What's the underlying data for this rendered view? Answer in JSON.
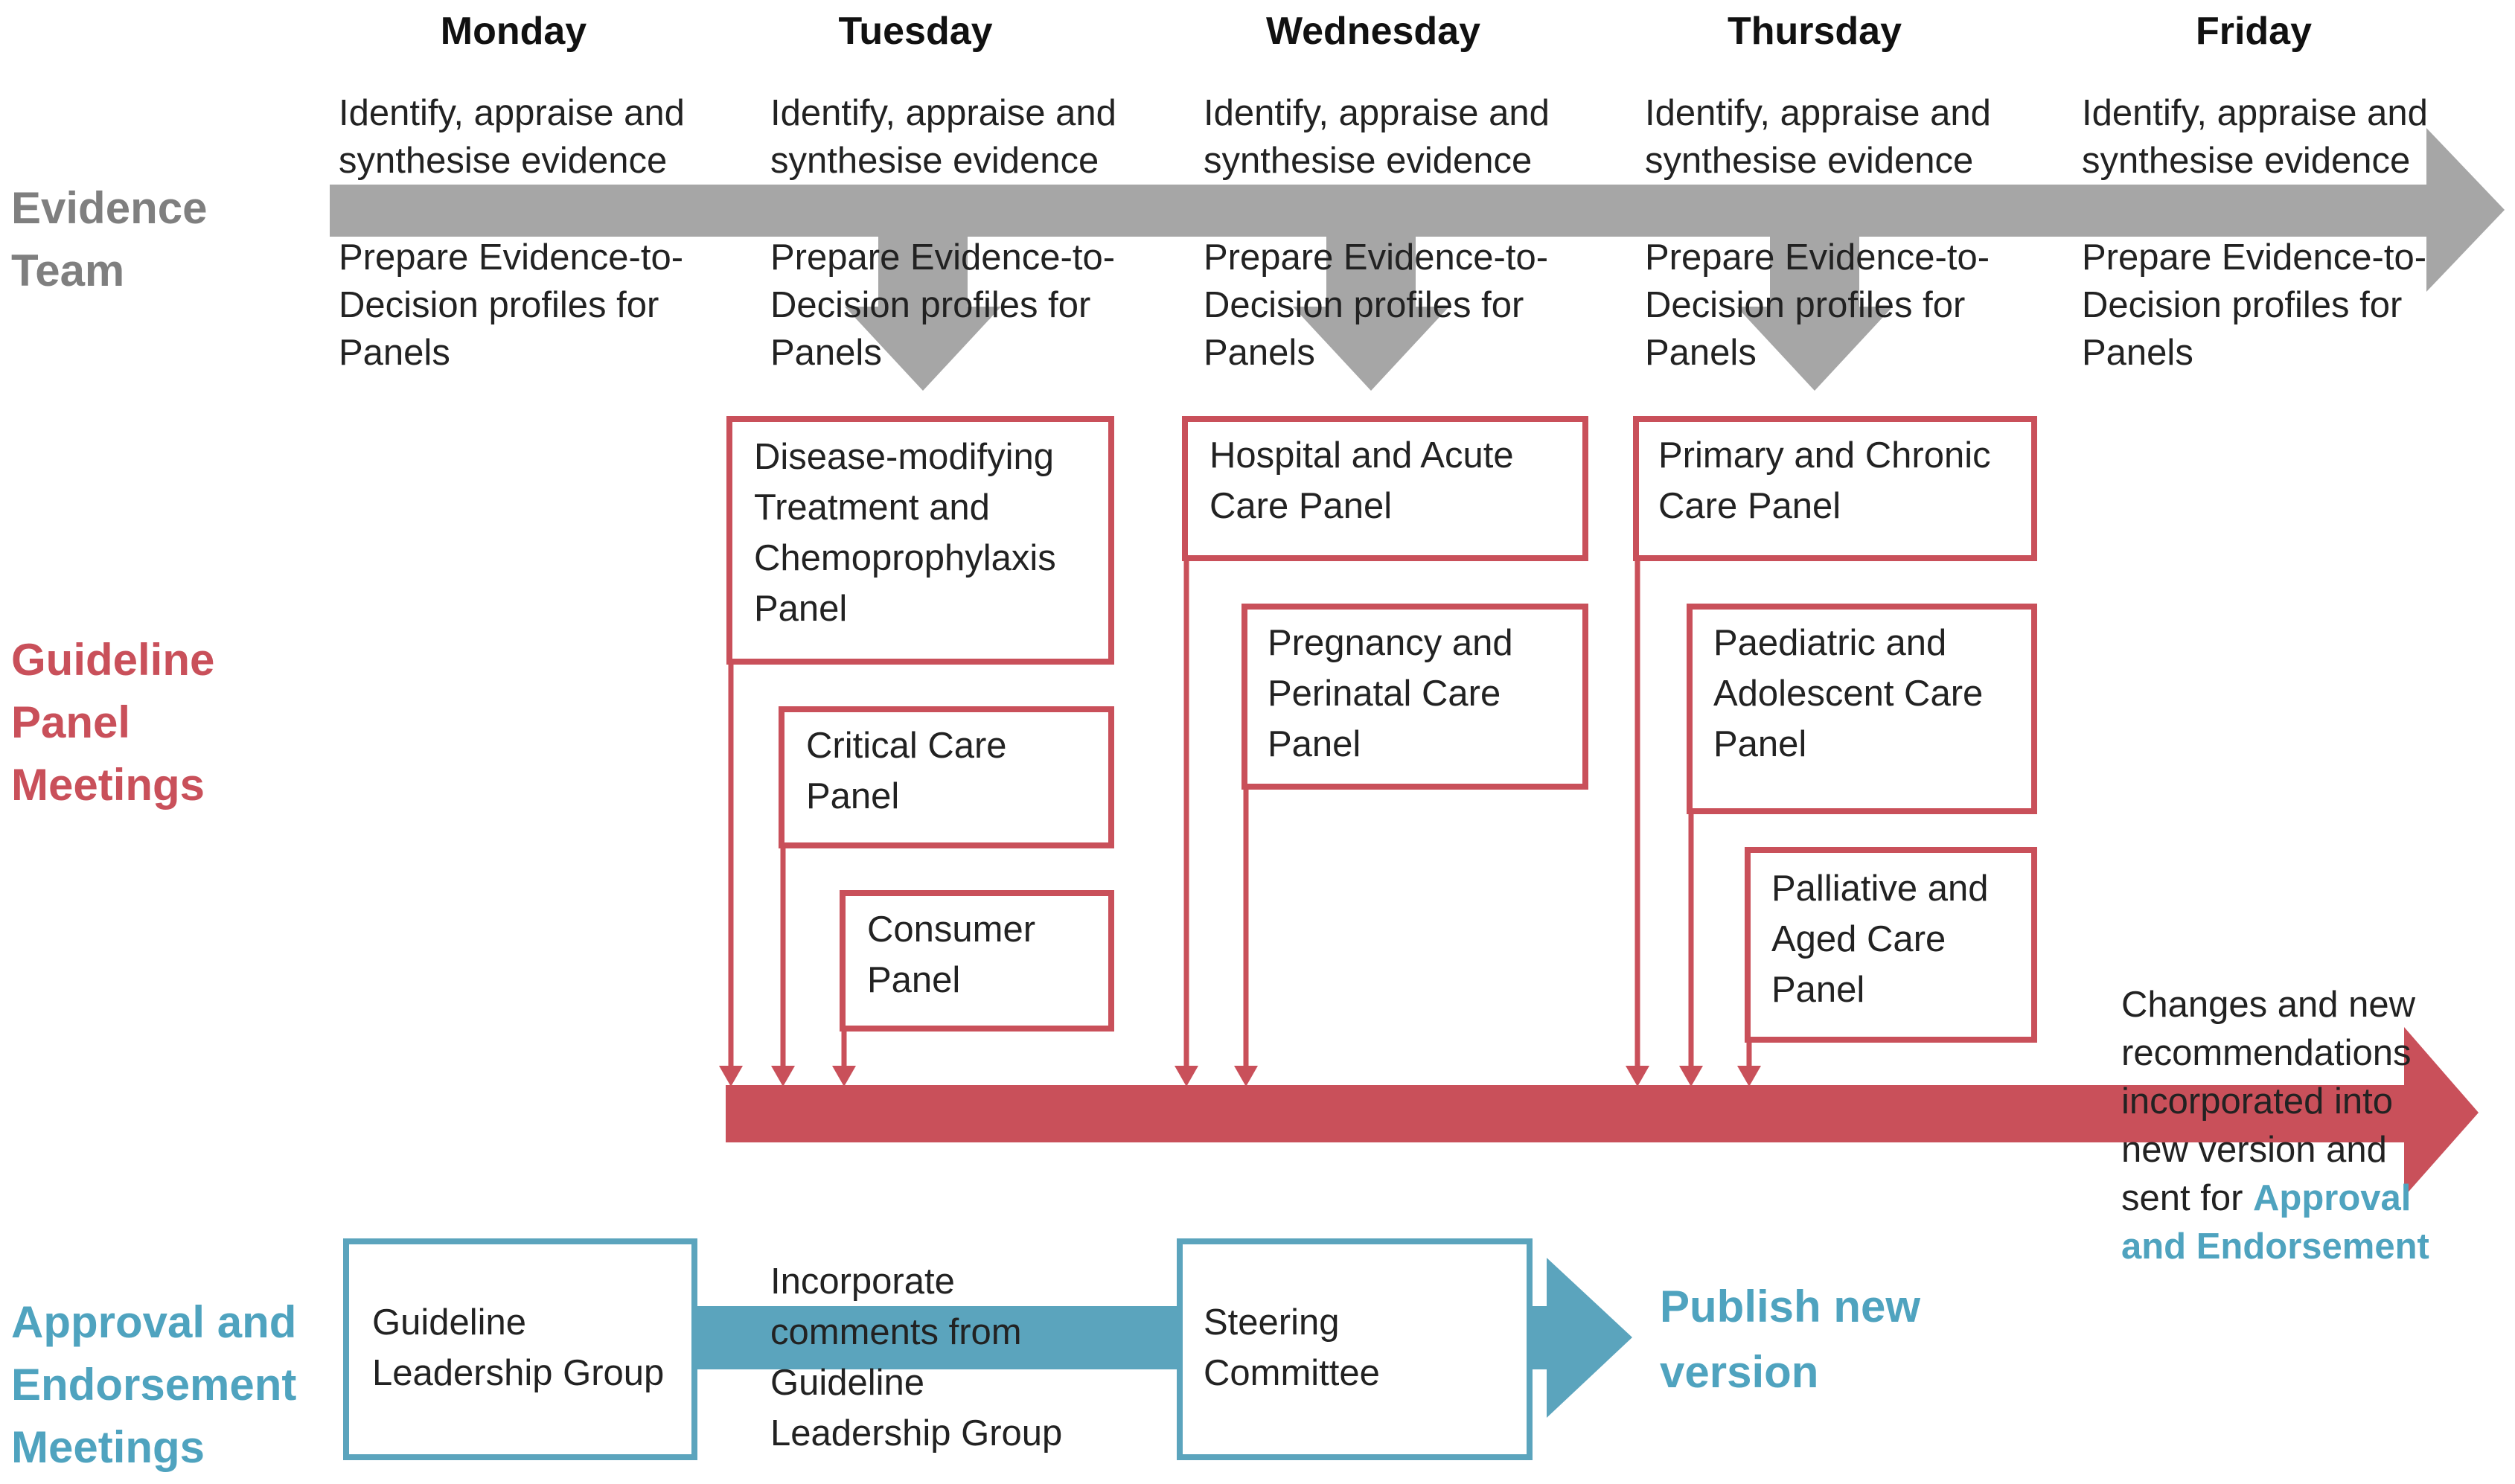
{
  "days": [
    "Monday",
    "Tuesday",
    "Wednesday",
    "Thursday",
    "Friday"
  ],
  "rows": {
    "evidence": "Evidence\nTeam",
    "panels": "Guideline\nPanel\nMeetings",
    "approval": "Approval and\nEndorsement\nMeetings"
  },
  "evidence_tasks": {
    "identify": "Identify, appraise and\nsynthesise evidence",
    "prepare": "Prepare Evidence-to-\nDecision profiles for\nPanels"
  },
  "panels": [
    "Disease-modifying\nTreatment and\nChemoprophylaxis\nPanel",
    "Critical Care\nPanel",
    "Consumer\nPanel",
    "Hospital and Acute\nCare Panel",
    "Pregnancy and\nPerinatal Care\nPanel",
    "Primary and Chronic\nCare Panel",
    "Paediatric and\nAdolescent Care\nPanel",
    "Palliative and\nAged Care\nPanel"
  ],
  "changes_note": {
    "text": "Changes and new\nrecommendations\nincorporated into\nnew version and\nsent for ",
    "highlight": "Approval\nand Endorsement"
  },
  "approval": {
    "glg_box": "Guideline\nLeadership Group",
    "incorporate": "Incorporate\ncomments from\nGuideline\nLeadership Group",
    "steering_box": "Steering\nCommittee",
    "publish": "Publish new\nversion"
  },
  "colors": {
    "grey": "#a6a6a6",
    "grey_text": "#7f7f7f",
    "red": "#c9505a",
    "teal": "#5ba4bd",
    "teal_text": "#4fa3bf"
  }
}
